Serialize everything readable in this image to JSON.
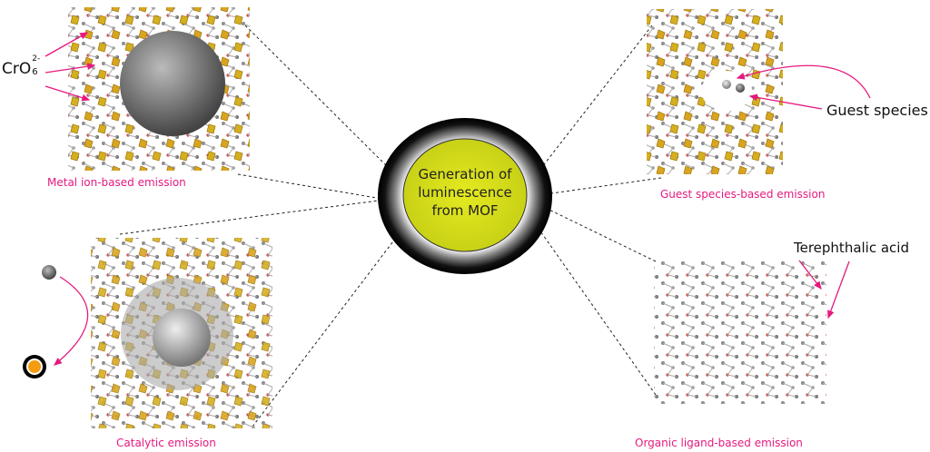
{
  "center": {
    "line1": "Generation of",
    "line2": "luminescence",
    "line3": "from MOF"
  },
  "labels": {
    "metal_ion": "Metal ion-based emission",
    "guest": "Guest species-based emission",
    "catalytic": "Catalytic emission",
    "organic": "Organic ligand-based emission"
  },
  "annotations": {
    "cro_base": "CrO",
    "cro_sup": "2-",
    "cro_sub": "6",
    "guest_species": "Guest species",
    "terephthalic": "Terephthalic acid"
  },
  "colors": {
    "accent": "#e6197f",
    "core": "#d7e01a",
    "node": "#d9a520"
  }
}
